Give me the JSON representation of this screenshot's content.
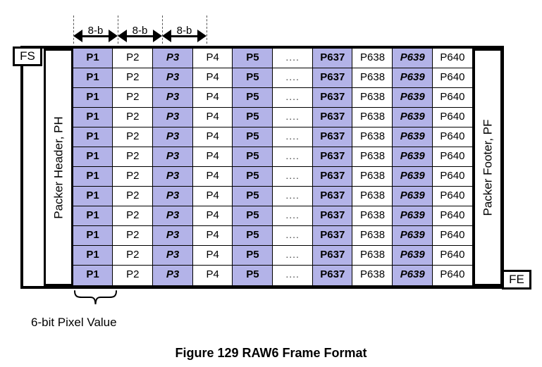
{
  "figure": {
    "caption": "Figure 129 RAW6 Frame Format",
    "brace_label": "6-bit Pixel Value"
  },
  "measurements": {
    "spans": [
      {
        "label": "8-b"
      },
      {
        "label": "8-b"
      },
      {
        "label": "8-b"
      }
    ]
  },
  "markers": {
    "frame_start": "FS",
    "frame_end": "FE"
  },
  "side_panels": {
    "header": "Packer Header, PH",
    "footer": "Packer Footer, PF"
  },
  "grid": {
    "row_count": 12,
    "columns": [
      {
        "label": "P1",
        "shaded": true,
        "style": "bold",
        "width": 63
      },
      {
        "label": "P2",
        "shaded": false,
        "style": "normal",
        "width": 63
      },
      {
        "label": "P3",
        "shaded": true,
        "style": "bolditalic",
        "width": 63
      },
      {
        "label": "P4",
        "shaded": false,
        "style": "normal",
        "width": 63
      },
      {
        "label": "P5",
        "shaded": true,
        "style": "bold",
        "width": 63
      },
      {
        "label": "....",
        "shaded": false,
        "style": "ellipsis",
        "width": 63
      },
      {
        "label": "P637",
        "shaded": true,
        "style": "bold",
        "width": 63
      },
      {
        "label": "P638",
        "shaded": false,
        "style": "normal",
        "width": 63
      },
      {
        "label": "P639",
        "shaded": true,
        "style": "bolditalic",
        "width": 63
      },
      {
        "label": "P640",
        "shaded": false,
        "style": "normal",
        "width": 63
      }
    ]
  },
  "colors": {
    "shaded_cell": "#b3b3e8",
    "line": "#000000",
    "guide": "#555555",
    "background": "#ffffff"
  }
}
